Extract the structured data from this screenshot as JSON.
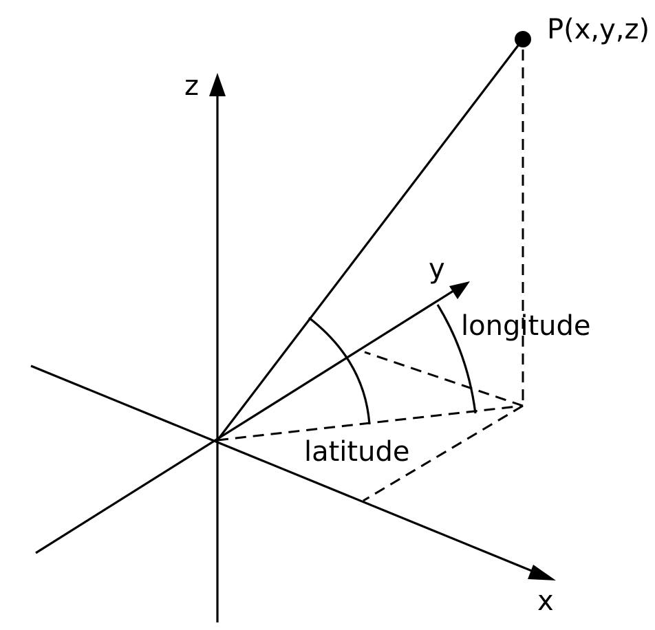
{
  "labels": {
    "point": "P(x,y,z)",
    "z_axis": "z",
    "y_axis": "y",
    "x_axis": "x",
    "longitude": "longitude",
    "latitude": "latitude"
  },
  "colors": {
    "stroke": "#000000",
    "background": "#ffffff"
  }
}
